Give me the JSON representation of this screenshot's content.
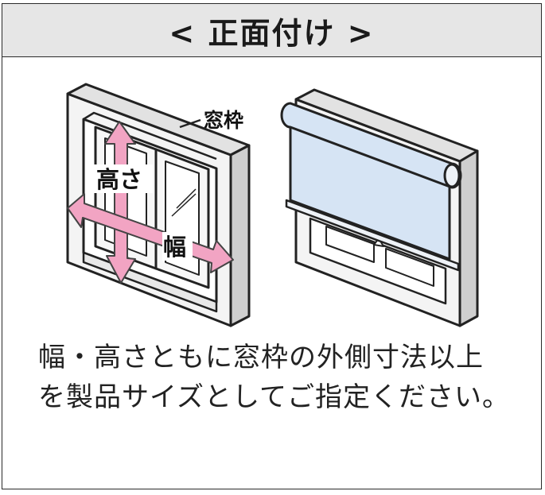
{
  "header": {
    "title": "< 正面付け >"
  },
  "left_figure": {
    "frame_label": "窓枠",
    "height_label": "高さ",
    "width_label": "幅"
  },
  "caption": {
    "line1": "幅・高さともに窓枠の外側寸法以上",
    "line2": "を製品サイズとしてご指定ください。"
  },
  "colors": {
    "arrow": "#f2a4c3",
    "blind": "#d6e4f4",
    "header_bg": "#e6e6e6",
    "frame_face": "#f7f7f7"
  }
}
